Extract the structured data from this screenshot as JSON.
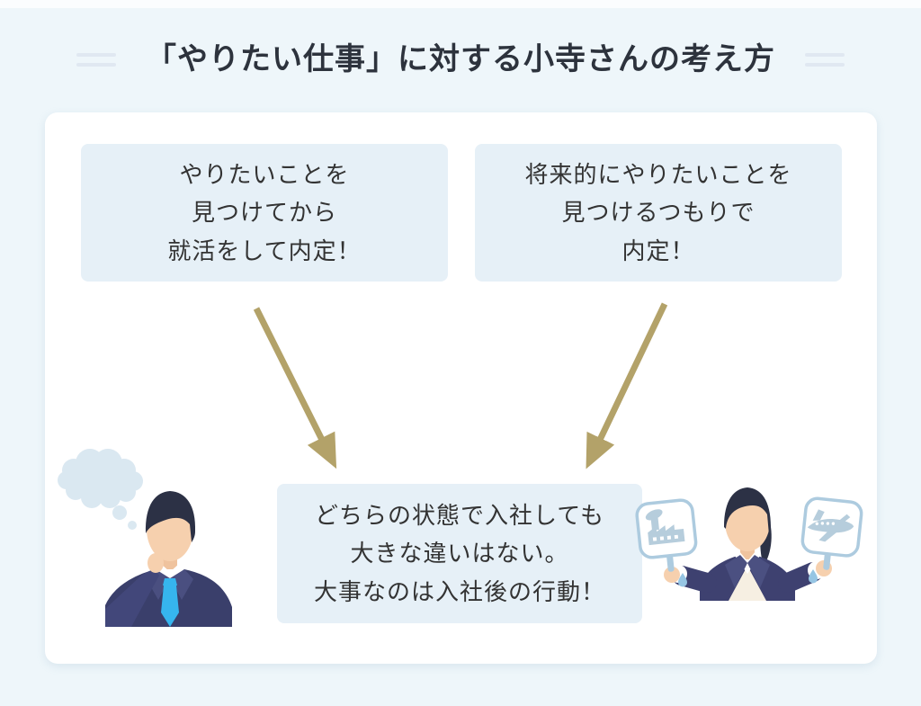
{
  "page": {
    "background_color": "#eef6fa",
    "card_color": "#ffffff"
  },
  "header": {
    "title": "「やりたい仕事」に対する小寺さんの考え方"
  },
  "boxes": {
    "premise_left": "やりたいことを\n見つけてから\n就活をして内定！",
    "premise_right": "将来的にやりたいことを\n見つけるつもりで\n内定！",
    "conclusion": "どちらの状態で入社しても\n大きな違いはない。\n大事なのは入社後の行動！"
  },
  "colors": {
    "arrow": "#b3a269",
    "box_fill": "#e6f0f7",
    "title_text": "#2d333d",
    "body_text": "#333333"
  },
  "illustrations": {
    "left": "thinking-businessman-with-thought-bubble",
    "right": "businesswoman-holding-factory-and-airplane-signs"
  }
}
